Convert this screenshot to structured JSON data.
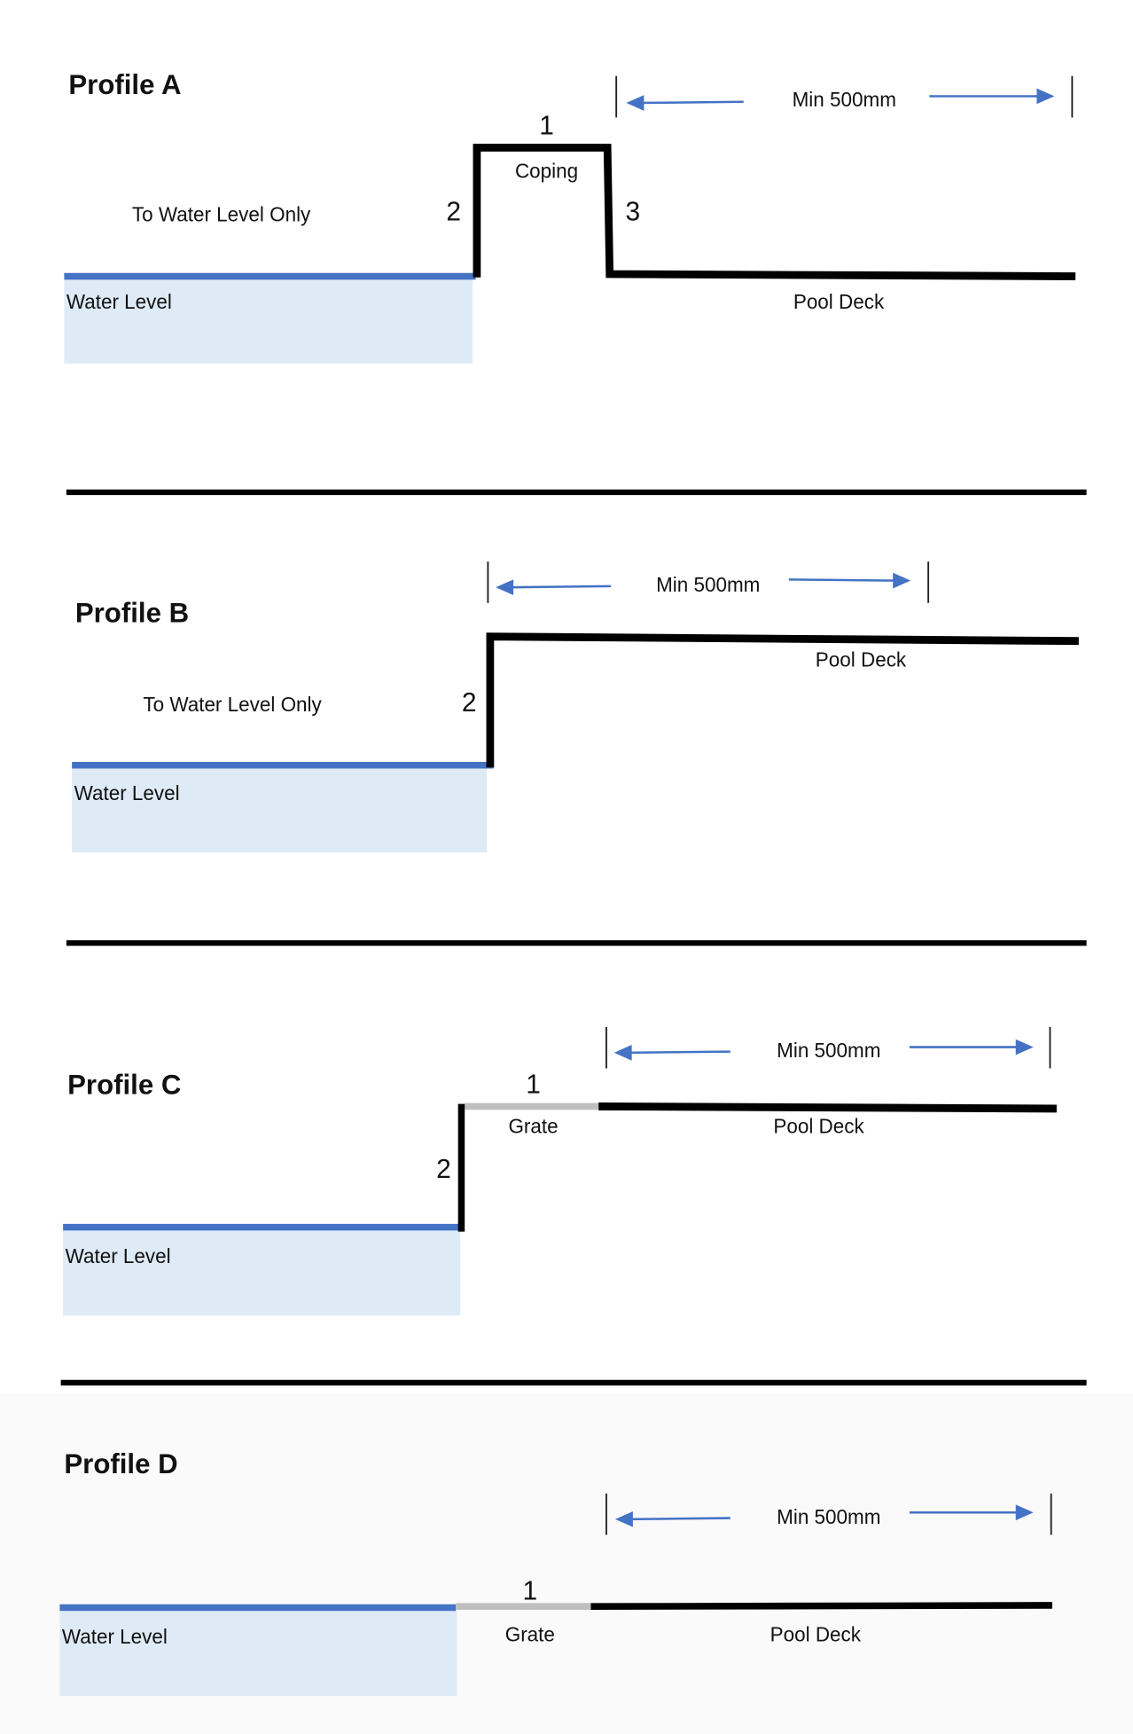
{
  "colors": {
    "water_line": "#4472c4",
    "water_fill": "#deebf7",
    "grate": "#bfbfbf",
    "lines": "#000000"
  },
  "profiles": [
    {
      "title": "Profile A",
      "dimension": "Min 500mm",
      "n1": "1",
      "n2": "2",
      "n3": "3",
      "coping": "Coping",
      "to_water": "To Water Level Only",
      "water": "Water Level",
      "deck": "Pool Deck"
    },
    {
      "title": "Profile B",
      "dimension": "Min 500mm",
      "n2": "2",
      "to_water": "To Water Level Only",
      "water": "Water Level",
      "deck": "Pool Deck"
    },
    {
      "title": "Profile C",
      "dimension": "Min 500mm",
      "n1": "1",
      "n2": "2",
      "grate": "Grate",
      "water": "Water Level",
      "deck": "Pool Deck"
    },
    {
      "title": "Profile D",
      "dimension": "Min 500mm",
      "n1": "1",
      "grate": "Grate",
      "water": "Water Level",
      "deck": "Pool Deck"
    }
  ]
}
